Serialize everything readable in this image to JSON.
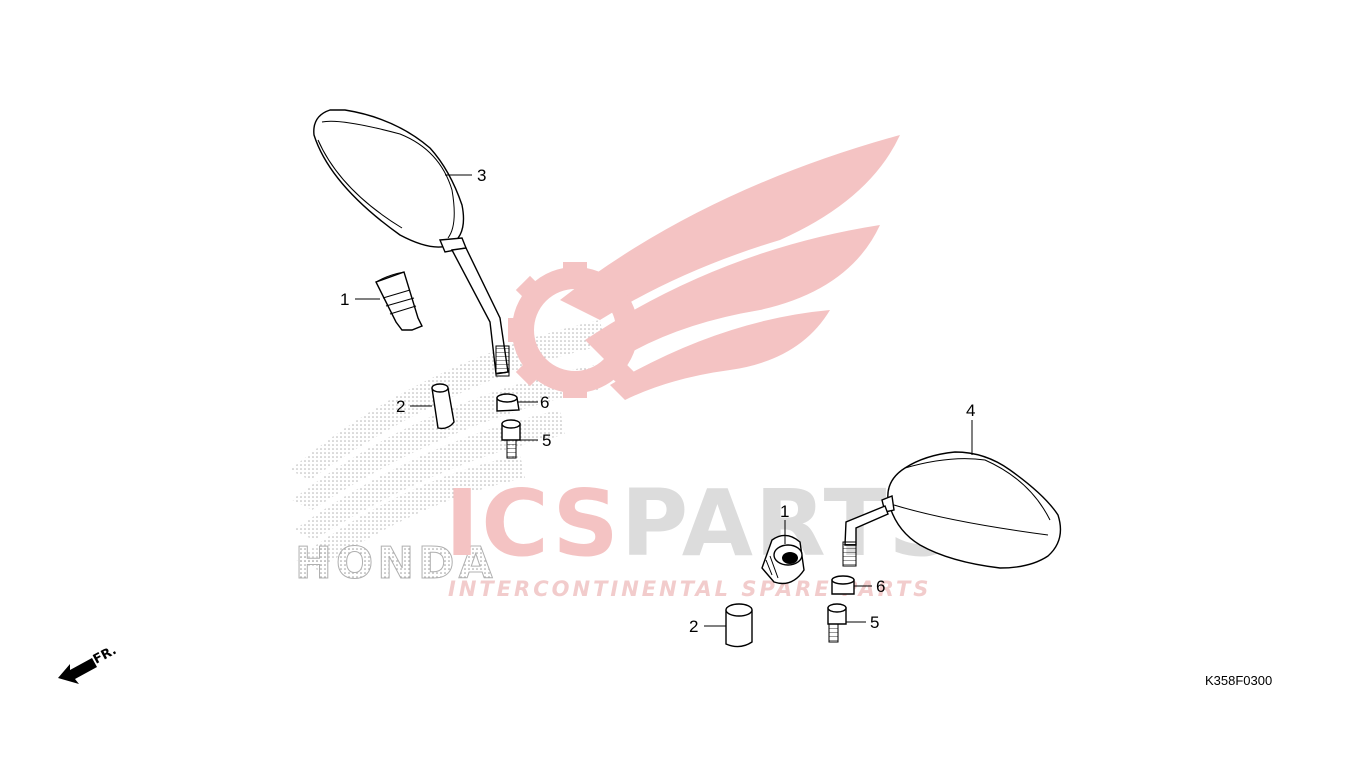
{
  "diagram": {
    "reference_code": "K358F0300",
    "direction_label": "FR.",
    "callouts": {
      "left_mirror": "3",
      "right_mirror": "4",
      "left_cover": "1",
      "right_cover": "1",
      "left_boot": "2",
      "right_boot": "2",
      "left_nut": "6",
      "right_nut": "6",
      "left_adapter": "5",
      "right_adapter": "5"
    }
  },
  "watermark": {
    "brand_main_a": "ICS",
    "brand_main_b": "PARTS",
    "brand_tagline": "INTERCONTINENTAL SPARE PARTS",
    "maker_text": "HONDA",
    "colors": {
      "red": "#f4c3c3",
      "grey": "#dcdcdc",
      "dots": "#9a9a9a"
    }
  }
}
